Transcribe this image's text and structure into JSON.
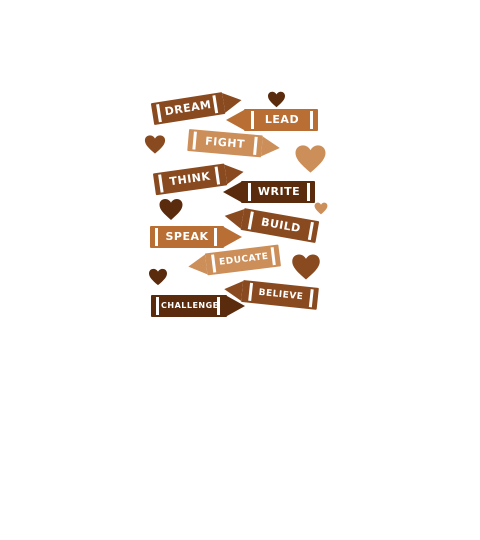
{
  "colors": {
    "dark": "#5a2b0c",
    "medium": "#8a4a1f",
    "caramel": "#b96f34",
    "tan": "#cc8f59"
  },
  "crayons": [
    {
      "id": "dream",
      "label": "DREAM",
      "color": "#8a4a1f"
    },
    {
      "id": "lead",
      "label": "LEAD",
      "color": "#b96f34"
    },
    {
      "id": "fight",
      "label": "FIGHT",
      "color": "#cc8f59"
    },
    {
      "id": "think",
      "label": "THINK",
      "color": "#8a4a1f"
    },
    {
      "id": "write",
      "label": "WRITE",
      "color": "#5a2b0c"
    },
    {
      "id": "build",
      "label": "BUILD",
      "color": "#8a4a1f"
    },
    {
      "id": "speak",
      "label": "SPEAK",
      "color": "#b96f34"
    },
    {
      "id": "educate",
      "label": "EDUCATE",
      "color": "#cc8f59"
    },
    {
      "id": "believe",
      "label": "BELIEVE",
      "color": "#8a4a1f"
    },
    {
      "id": "challenge",
      "label": "CHALLENGE",
      "color": "#5a2b0c"
    }
  ],
  "hearts": [
    {
      "id": "h1",
      "color": "#5a2b0c"
    },
    {
      "id": "h2",
      "color": "#8a4a1f"
    },
    {
      "id": "h3",
      "color": "#cc8f59"
    },
    {
      "id": "h4",
      "color": "#5a2b0c"
    },
    {
      "id": "h5",
      "color": "#cc8f59"
    },
    {
      "id": "h6",
      "color": "#8a4a1f"
    },
    {
      "id": "h7",
      "color": "#5a2b0c"
    }
  ]
}
